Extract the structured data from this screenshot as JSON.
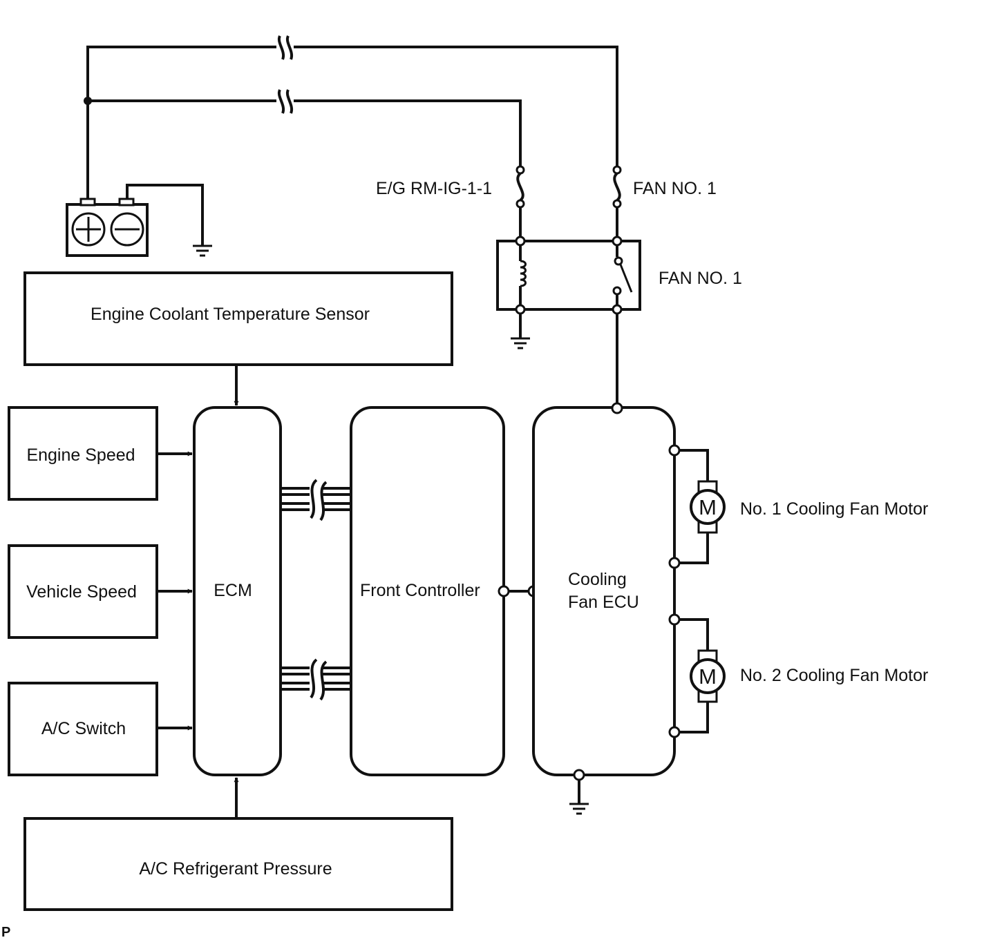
{
  "labels": {
    "fuse_eg": "E/G RM-IG-1-1",
    "fuse_fan": "FAN NO. 1",
    "relay_fan": "FAN NO. 1",
    "ects": "Engine Coolant Temperature Sensor",
    "engine_speed": "Engine Speed",
    "vehicle_speed": "Vehicle Speed",
    "ac_switch": "A/C Switch",
    "ecm": "ECM",
    "front_controller": "Front Controller",
    "cooling_fan_ecu_line1": "Cooling",
    "cooling_fan_ecu_line2": "Fan ECU",
    "motor1": "No. 1 Cooling Fan Motor",
    "motor2": "No. 2 Cooling Fan Motor",
    "motor_symbol": "M",
    "ac_pressure": "A/C Refrigerant Pressure",
    "corner_mark": "P"
  },
  "colors": {
    "line": "#111111",
    "background": "#ffffff"
  }
}
